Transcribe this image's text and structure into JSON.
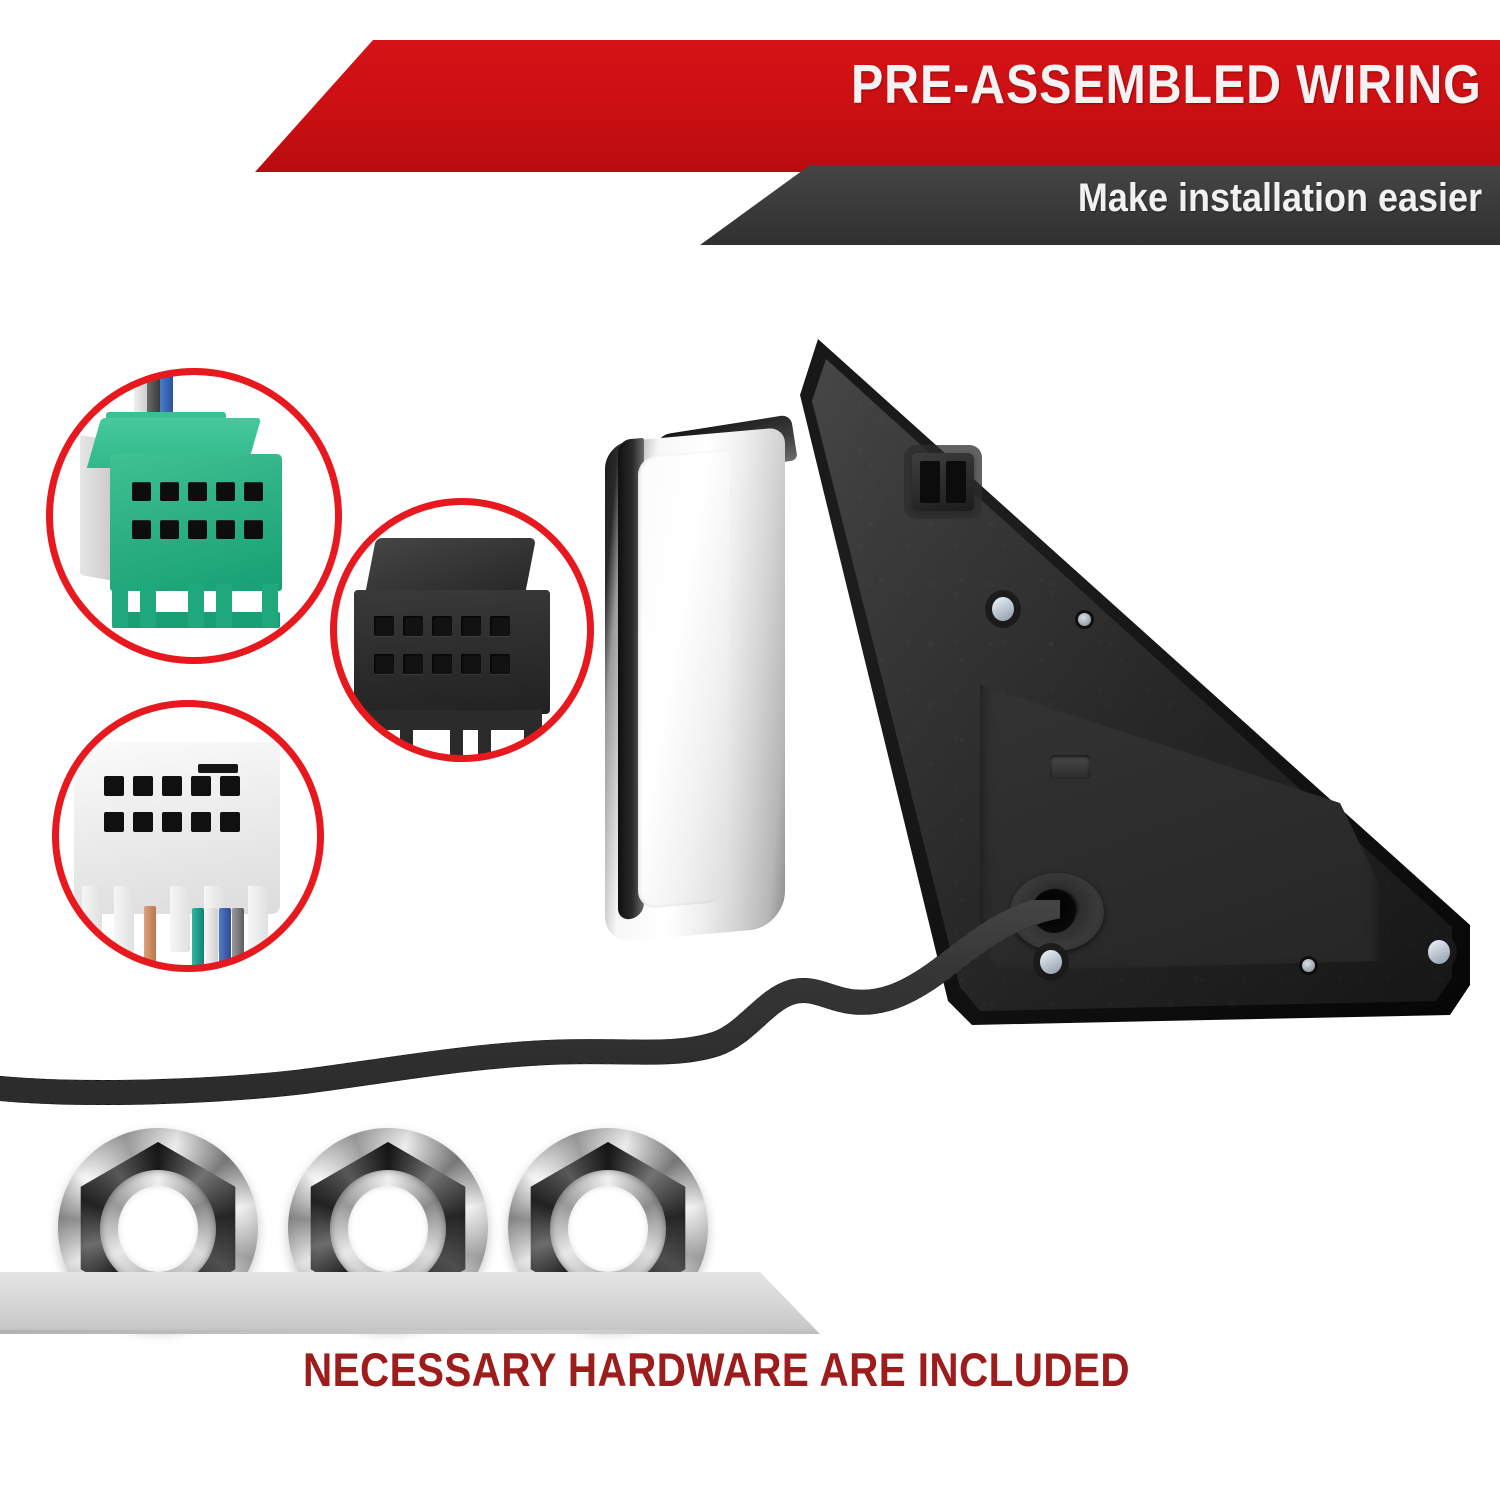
{
  "header": {
    "title": "PRE-ASSEMBLED WIRING",
    "subtitle": "Make installation easier",
    "red_color": "#cd1013",
    "dark_color": "#3b3b3b",
    "title_color": "#f4f2f2"
  },
  "callouts": {
    "highlight_color": "#e8191e",
    "items": [
      {
        "name": "green-connector",
        "label": "Green 10-pin connector",
        "pin_rows": 2,
        "pins_per_row": 5,
        "body_color": "#2fb285"
      },
      {
        "name": "black-connector",
        "label": "Black 10-pin connector",
        "pin_rows": 2,
        "pins_per_row": 5,
        "body_color": "#2e2e2e"
      },
      {
        "name": "white-connector",
        "label": "White 10-pin connector",
        "pin_rows": 2,
        "pins_per_row": 5,
        "body_color": "#eeeeee"
      }
    ],
    "wire_colors": [
      "#c98a5e",
      "#19a18c",
      "#3b6fbf",
      "#e9e9e9",
      "#2a2a2a"
    ]
  },
  "product": {
    "name": "side-view-mirror-assembly",
    "housing_label": "Chrome mirror housing",
    "bracket_label": "Triangular mounting bracket",
    "harness_label": "Pre-assembled wiring harness",
    "housing_color": "#ffffff",
    "bracket_color": "#2c2c2c",
    "harness_color": "#1a1a1a"
  },
  "hardware": {
    "count": 3,
    "item_label": "Chrome flange lock nut",
    "caption": "NECESSARY HARDWARE ARE INCLUDED",
    "caption_color": "#9d1c1c",
    "shelf_color": "#d6d6d6"
  }
}
